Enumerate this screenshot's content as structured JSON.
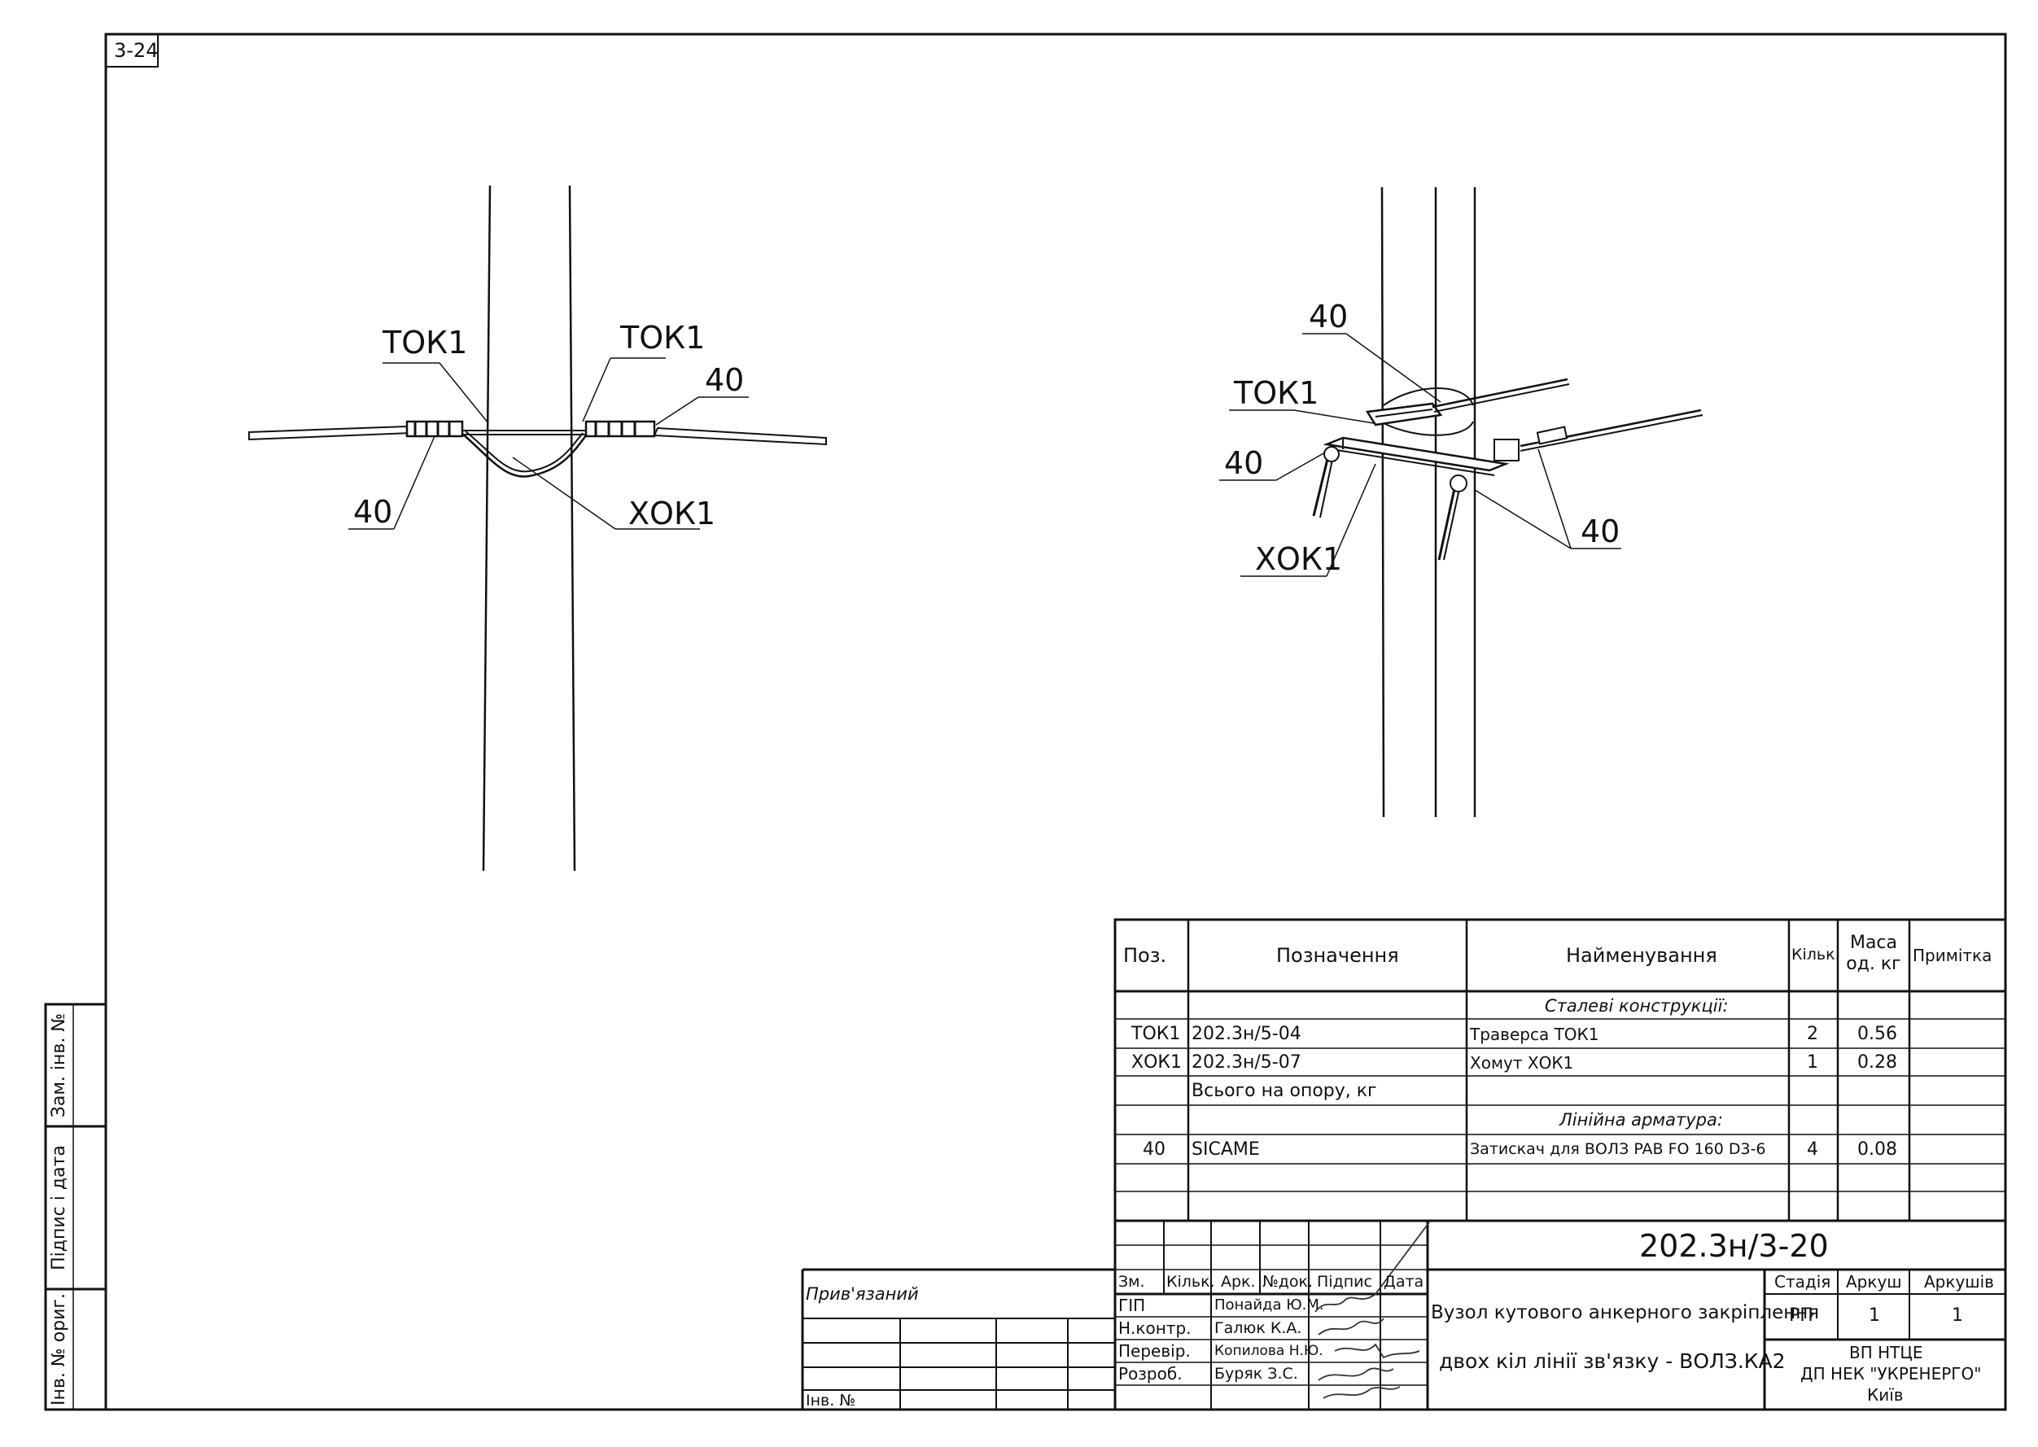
{
  "sheet_id": "3-24",
  "side_stamp": [
    "Зам. інв. №",
    "Підпис і дата",
    "Інв. № ориг."
  ],
  "drawing_left": {
    "labels": [
      "ТОК1",
      "ТОК1",
      "40",
      "40",
      "ХОК1"
    ]
  },
  "drawing_right": {
    "labels": [
      "40",
      "ТОК1",
      "40",
      "ХОК1",
      "40"
    ]
  },
  "spec": {
    "headers": [
      "Поз.",
      "Позначення",
      "Найменування",
      "Кільк.",
      "Маса од. кг",
      "Примітка"
    ],
    "section_steel": "Сталеві конструкції:",
    "rows": [
      {
        "pos": "ТОК1",
        "designation": "202.3н/5-04",
        "name": "Траверса ТОК1",
        "qty": "2",
        "mass": "0.56"
      },
      {
        "pos": "ХОК1",
        "designation": "202.3н/5-07",
        "name": "Хомут ХОК1",
        "qty": "1",
        "mass": "0.28"
      }
    ],
    "total_label": "Всього на опору, кг",
    "section_fittings": "Лінійна арматура:",
    "row_fitting": {
      "pos": "40",
      "designation": "SICAME",
      "name": "Затискач для ВОЛЗ PAB FO 160 D3-6",
      "qty": "4",
      "mass": "0.08"
    }
  },
  "title_block": {
    "doc_code": "202.3н/3-20",
    "change_headers": [
      "Зм.",
      "Кільк.",
      "Арк.",
      "№док.",
      "Підпис",
      "Дата"
    ],
    "people": [
      {
        "role": "ГІП",
        "name": "Понайда Ю.М."
      },
      {
        "role": "Н.контр.",
        "name": "Галюк К.А."
      },
      {
        "role": "Перевір.",
        "name": "Копилова Н.Ю."
      },
      {
        "role": "Розроб.",
        "name": "Буряк З.С."
      }
    ],
    "title_line1": "Вузол кутового анкерного закріплення",
    "title_line2": "двох кіл лінії зв'язку - ВОЛЗ.КА2",
    "stage_header": "Стадія",
    "sheet_header": "Аркуш",
    "sheets_header": "Аркушів",
    "stage": "РП",
    "sheet": "1",
    "sheets": "1",
    "org_line1": "ВП НТЦЕ",
    "org_line2": "ДП НЕК \"УКРЕНЕРГО\"",
    "org_line3": "Київ",
    "attached_label": "Прив'язаний",
    "inv_label": "Інв. №"
  }
}
